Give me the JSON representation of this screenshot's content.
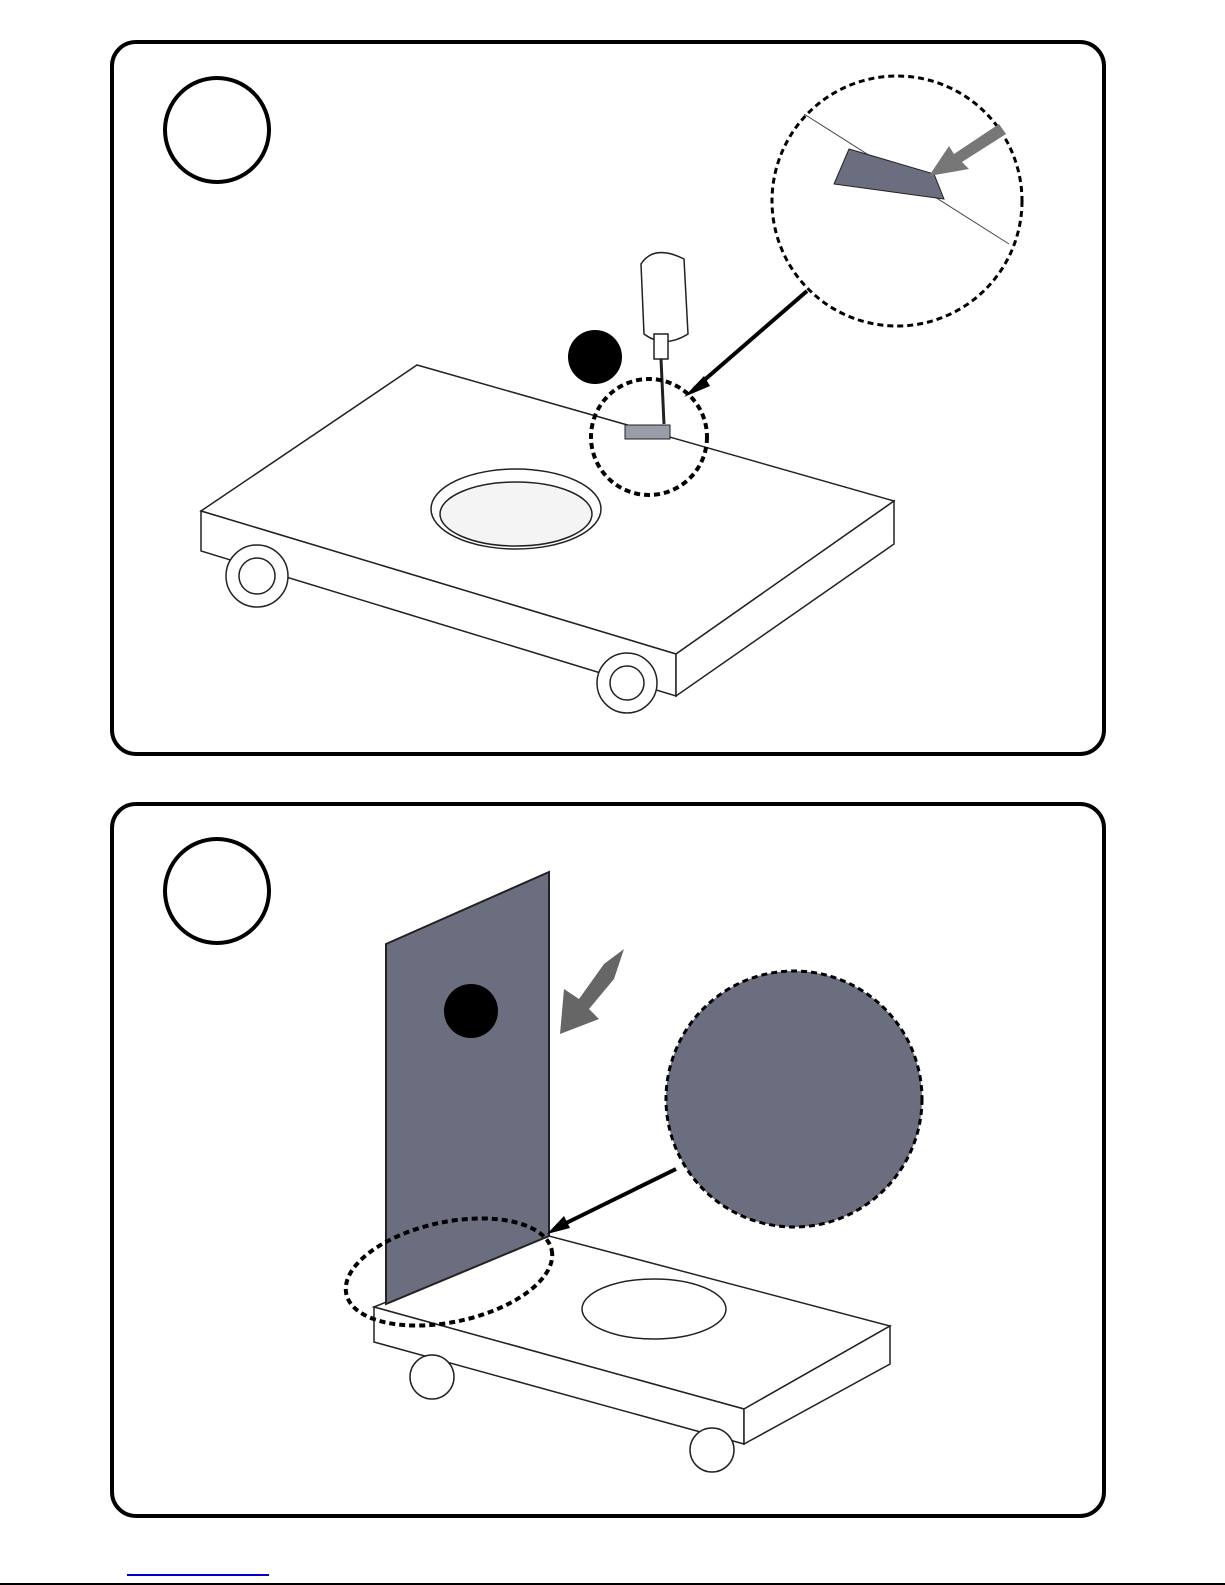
{
  "document": {
    "steps": [
      {
        "id": "step-a",
        "has_zoom_callout": true,
        "part": "bracket"
      },
      {
        "id": "step-b",
        "has_zoom_callout": true,
        "part": "side-panel"
      }
    ]
  },
  "colors": {
    "outline": "#000000",
    "panel_fill": "#6b6e7e",
    "bracket_fill": "#9a9caa",
    "link": "#0000cc"
  }
}
